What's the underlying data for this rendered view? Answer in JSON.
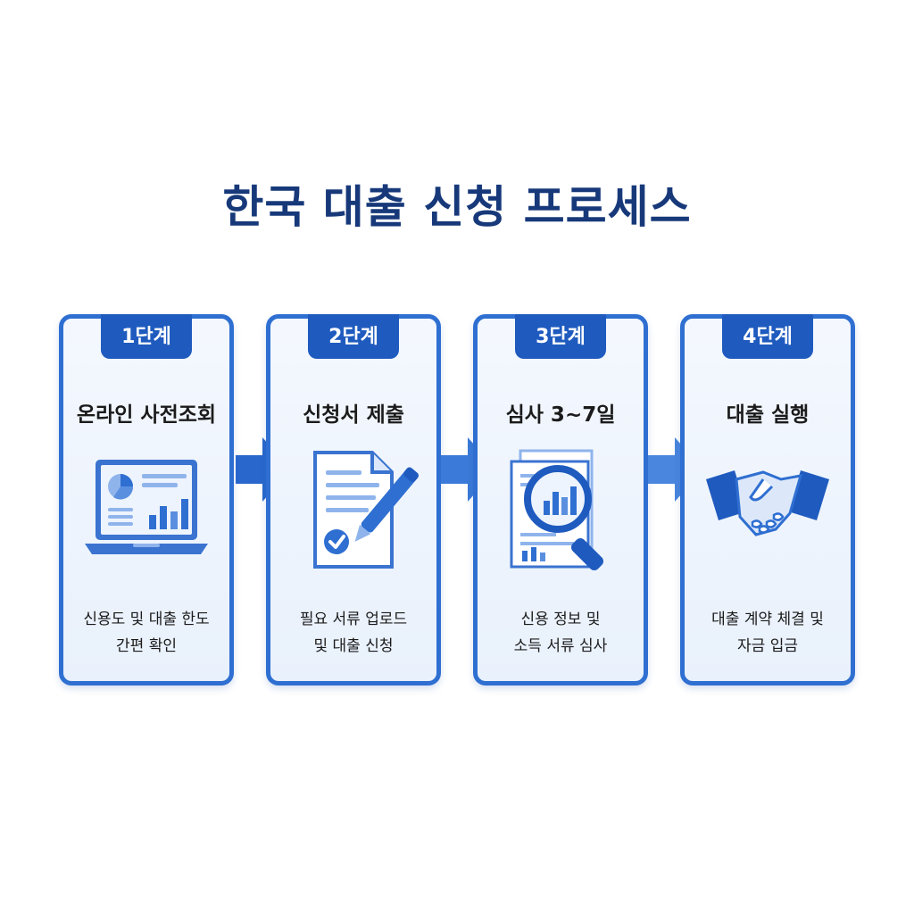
{
  "title": "한국 대출 신청 프로세스",
  "colors": {
    "primary": "#1f5bbf",
    "border": "#2f6fd1",
    "light": "#8fb4ec",
    "title": "#17397a"
  },
  "steps": [
    {
      "badge": "1단계",
      "title": "온라인 사전조회",
      "icon": "laptop-chart-icon",
      "desc_lines": [
        "신용도 및 대출 한도",
        "간편 확인"
      ]
    },
    {
      "badge": "2단계",
      "title": "신청서 제출",
      "icon": "document-pen-icon",
      "desc_lines": [
        "필요 서류 업로드",
        "및 대출 신청"
      ]
    },
    {
      "badge": "3단계",
      "title": "심사 3~7일",
      "icon": "magnifier-document-icon",
      "desc_lines": [
        "신용 정보 및",
        "소득 서류 심사"
      ]
    },
    {
      "badge": "4단계",
      "title": "대출 실행",
      "icon": "handshake-icon",
      "desc_lines": [
        "대출 계약 체결 및",
        "자금 입금"
      ]
    }
  ]
}
